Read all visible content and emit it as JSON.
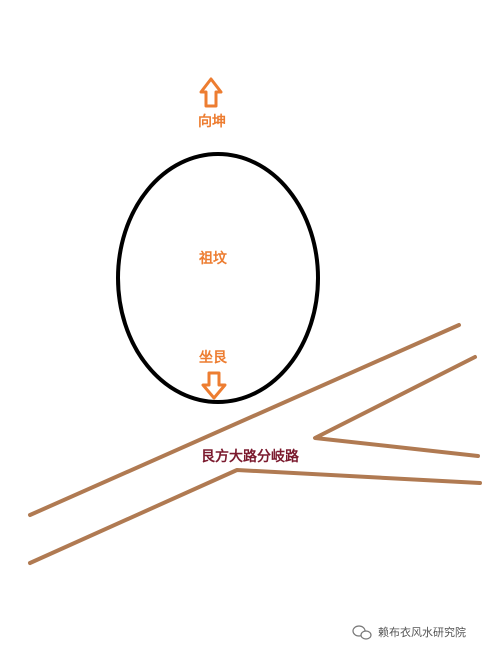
{
  "labels": {
    "facing": "向坤",
    "tomb": "祖坟",
    "sitting": "坐艮",
    "road": "艮方大路分岐路"
  },
  "watermark": {
    "text": "赖布衣风水研究院",
    "icon": "wechat-icon"
  },
  "colors": {
    "orange": "#ED7D31",
    "road": "#B07A52",
    "road_label": "#7B1A2E",
    "ellipse": "#000000",
    "watermark": "#555555"
  }
}
